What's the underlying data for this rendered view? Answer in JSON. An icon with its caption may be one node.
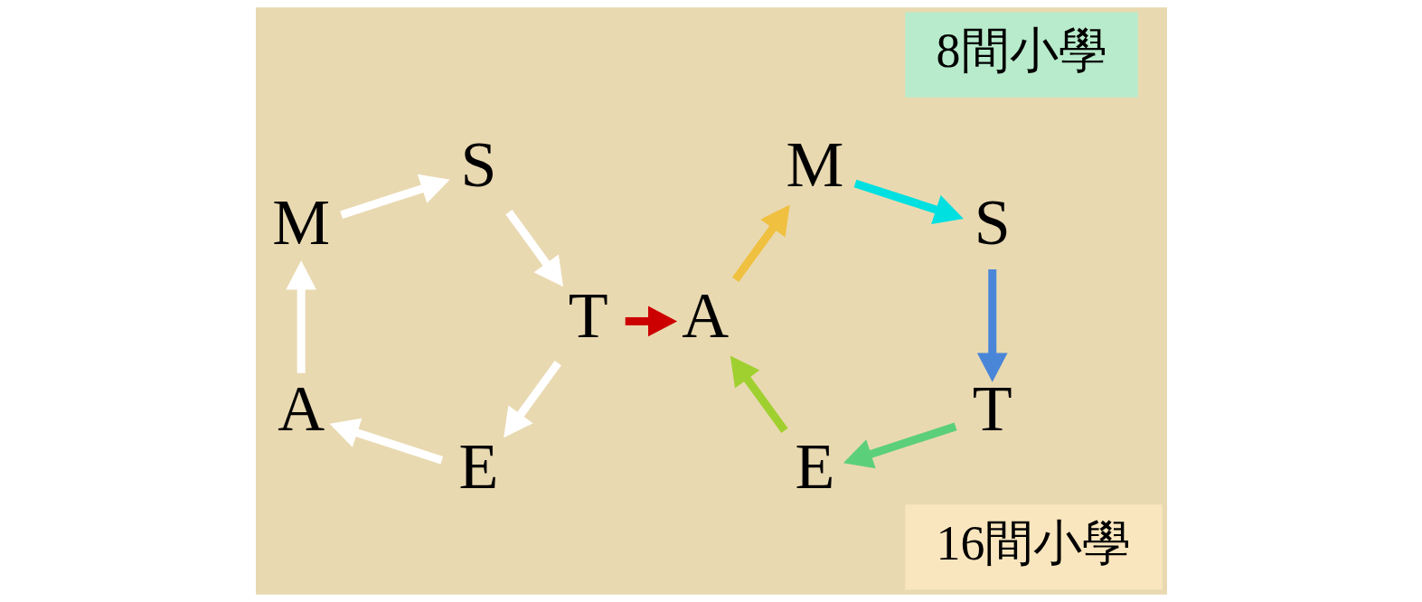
{
  "diagram": {
    "nodes": [
      {
        "text": [
          "8間小學"
        ]
      },
      {
        "text": [
          "M"
        ]
      },
      {
        "text": [
          "S"
        ]
      },
      {
        "text": [
          "T"
        ]
      },
      {
        "text": [
          "E"
        ]
      },
      {
        "text": [
          "A"
        ]
      },
      {
        "text": [
          "16間小學"
        ]
      },
      {
        "text": [
          "M"
        ]
      },
      {
        "text": [
          "S"
        ]
      },
      {
        "text": [
          "T"
        ]
      },
      {
        "text": [
          "E"
        ]
      },
      {
        "text": [
          "A"
        ]
      }
    ],
    "edges": [
      {
        "from": 1,
        "to": 2,
        "arrow": "to",
        "color": "#ffffff"
      },
      {
        "from": 2,
        "to": 3,
        "arrow": "to",
        "color": "#ffffff"
      },
      {
        "from": 3,
        "to": 4,
        "arrow": "to",
        "color": "#ffffff"
      },
      {
        "from": 4,
        "to": 5,
        "arrow": "to",
        "color": "#ffffff"
      },
      {
        "from": 5,
        "to": 1,
        "arrow": "to",
        "color": "#ffffff"
      },
      {
        "from": 3,
        "to": 11,
        "arrow": "to",
        "color": "#cc0000"
      },
      {
        "from": 7,
        "to": 8,
        "arrow": "to",
        "color": "#00e0e0"
      },
      {
        "from": 8,
        "to": 9,
        "arrow": "to",
        "color": "#4a86d8"
      },
      {
        "from": 9,
        "to": 10,
        "arrow": "to",
        "color": "#5ccf7a"
      },
      {
        "from": 10,
        "to": 11,
        "arrow": "to",
        "color": "#a0d030"
      },
      {
        "from": 11,
        "to": 7,
        "arrow": "to",
        "color": "#f0c040"
      }
    ]
  }
}
